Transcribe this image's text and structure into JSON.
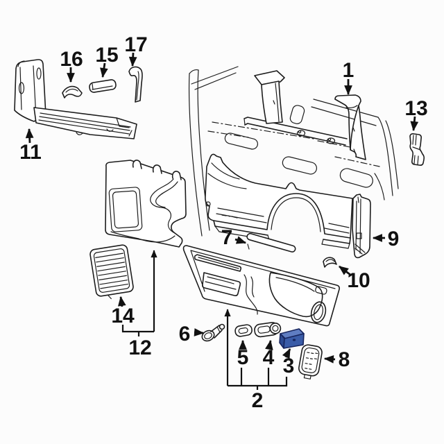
{
  "diagram": {
    "background": "#fcfcfc",
    "line_color": "#1c1c1c",
    "label_color": "#111111"
  },
  "highlight": {
    "part_number": "3",
    "outline": "#17255e",
    "face": "#3a5ca8",
    "top": "#5f7dc2",
    "side": "#2c4a92"
  },
  "callouts": {
    "c1": "1",
    "c2": "2",
    "c3": "3",
    "c4": "4",
    "c5": "5",
    "c6": "6",
    "c7": "7",
    "c8": "8",
    "c9": "9",
    "c10": "10",
    "c11": "11",
    "c12": "12",
    "c13": "13",
    "c14": "14",
    "c15": "15",
    "c16": "16",
    "c17": "17"
  }
}
